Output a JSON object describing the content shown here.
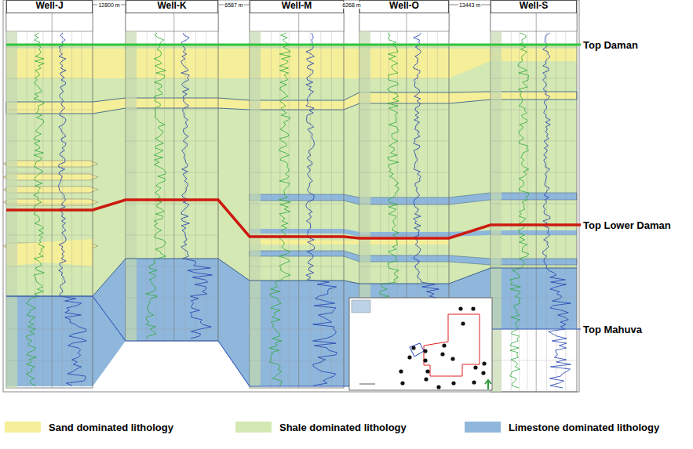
{
  "diagram": {
    "nodes": [
      {
        "text": [
          "Well-J"
        ]
      },
      {
        "text": [
          "Well-K"
        ]
      },
      {
        "text": [
          "Well-M"
        ]
      },
      {
        "text": [
          "Well-O"
        ]
      },
      {
        "text": [
          "Well-S"
        ]
      }
    ],
    "labels": [
      "12800 m",
      "6587 m",
      "6268 m",
      "13443 m",
      "Top Daman",
      "Top Lower Daman",
      "Top Mahuva"
    ],
    "legend": [
      {
        "text": "Sand dominated lithology",
        "color": "#f5ef9a"
      },
      {
        "text": "Shale dominated lithology",
        "color": "#d3e8b2"
      },
      {
        "text": "Limestone dominated lithology",
        "color": "#8fb7db"
      }
    ]
  }
}
